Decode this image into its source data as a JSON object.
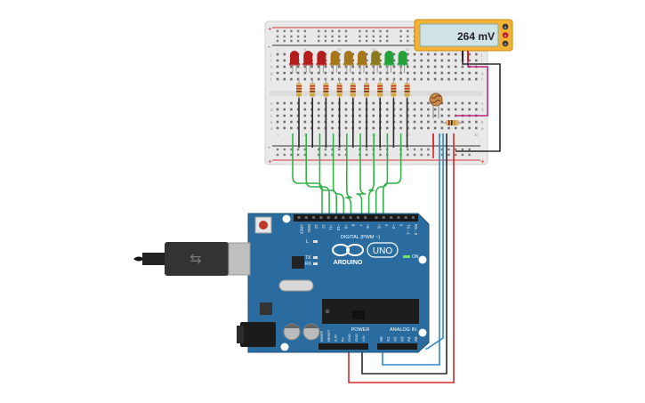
{
  "multimeter": {
    "reading": "264 mV",
    "terminals": [
      "A",
      "V",
      "G"
    ],
    "accent": "#f2b233",
    "screen": "#cfe2e6"
  },
  "breadboard": {
    "row_letters_top": [
      "j",
      "i",
      "h",
      "g",
      "f"
    ],
    "row_letters_bottom": [
      "e",
      "d",
      "c",
      "b",
      "a"
    ],
    "column_numbers": [
      "1",
      "5",
      "10",
      "15",
      "20",
      "25",
      "30"
    ],
    "rail_plus": "+",
    "rail_minus": "-"
  },
  "leds": {
    "colors": [
      "#b51d1d",
      "#b51d1d",
      "#b51d1d",
      "#a6761a",
      "#a6761a",
      "#a6761a",
      "#8c7a1e",
      "#23a23a",
      "#23a23a"
    ]
  },
  "arduino": {
    "board_color": "#2a6c9f",
    "brand": "ARDUINO",
    "model": "UNO",
    "digital_label": "DIGITAL (PWM ~)",
    "on_label": "ON",
    "power_label": "POWER",
    "analog_label": "ANALOG IN",
    "tx_label": "TX",
    "rx_label": "RX",
    "l_label": "L",
    "digital_pins": [
      "AREF",
      "GND",
      "13",
      "12",
      "~11",
      "~10",
      "~9",
      "8",
      "7",
      "~6",
      "~5",
      "4",
      "~3",
      "2",
      "TX→1",
      "RX←0"
    ],
    "power_pins": [
      "IOREF",
      "RESET",
      "3.3V",
      "5V",
      "GND",
      "GND",
      "VIN"
    ],
    "analog_pins": [
      "A0",
      "A1",
      "A2",
      "A3",
      "A4",
      "A5"
    ]
  },
  "wires": {
    "green": "#34b24a",
    "red": "#d32b2b",
    "black": "#2b2b2b",
    "blue": "#2e86c9",
    "magenta": "#c0277e"
  }
}
